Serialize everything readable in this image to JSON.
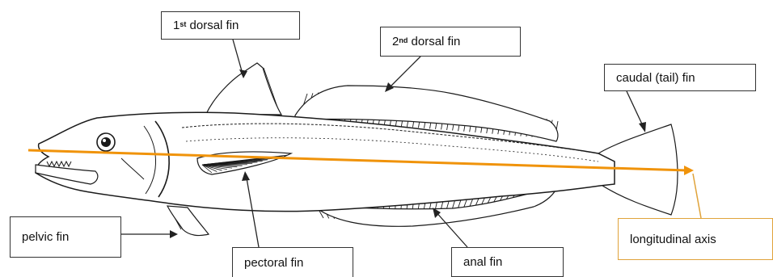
{
  "labels": {
    "first_dorsal": {
      "ordinal": "1",
      "sup": "st",
      "text": " dorsal fin"
    },
    "second_dorsal": {
      "ordinal": "2",
      "sup": "nd",
      "text": " dorsal fin"
    },
    "caudal": "caudal (tail) fin",
    "pelvic": "pelvic fin",
    "pectoral": "pectoral fin",
    "anal": "anal fin",
    "axis": "longitudinal axis"
  },
  "colors": {
    "axis_line": "#f0930a",
    "axis_leader": "#e0a33a",
    "outline": "#1a1a1a",
    "leader": "#222222"
  }
}
